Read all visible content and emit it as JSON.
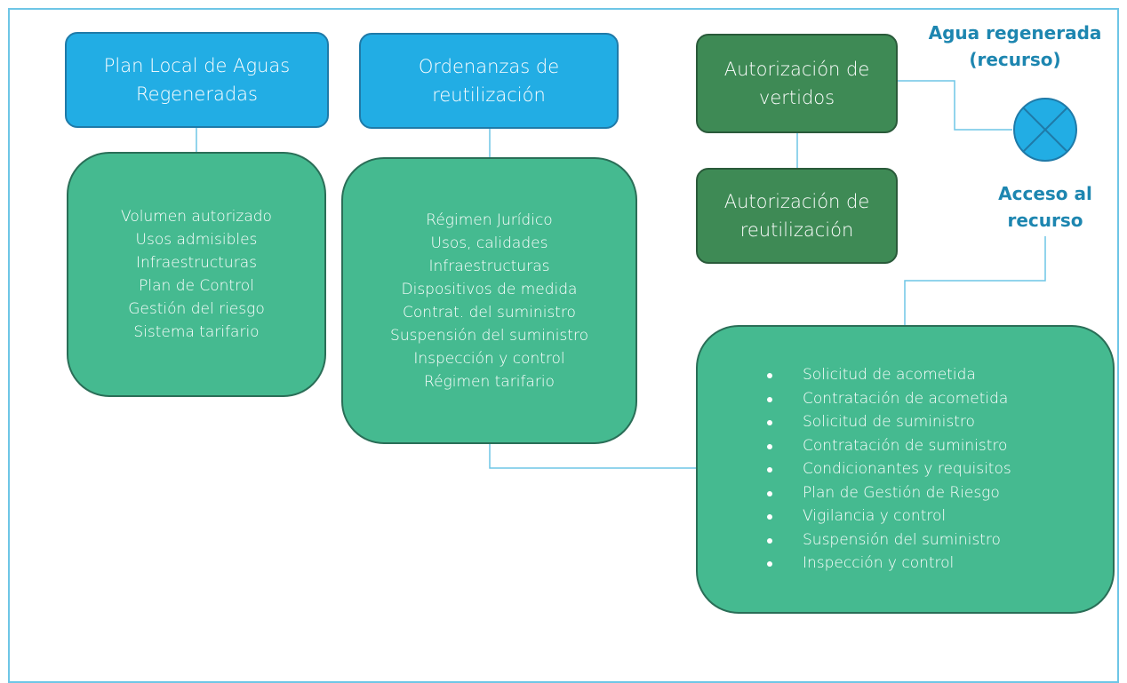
{
  "nodes": {
    "plan_local": {
      "lines": [
        "Plan Local de Aguas",
        "Regeneradas"
      ]
    },
    "ordenanzas": {
      "lines": [
        "Ordenanzas de",
        "reutilización"
      ]
    },
    "aut_vertidos": {
      "lines": [
        "Autorización de",
        "vertidos"
      ]
    },
    "aut_reutilizacion": {
      "lines": [
        "Autorización de",
        "reutilización"
      ]
    },
    "plan_contents": {
      "items": [
        "Volumen autorizado",
        "Usos admisibles",
        "Infraestructuras",
        "Plan de Control",
        "Gestión del riesgo",
        "Sistema tarifario"
      ]
    },
    "ordenanzas_contents": {
      "items": [
        "Régimen Jurídico",
        "Usos, calidades",
        "Infraestructuras",
        "Dispositivos de medida",
        "Contrat. del suministro",
        "Suspensión del suministro",
        "Inspección y control",
        "Régimen tarifario"
      ]
    },
    "acceso_contents": {
      "items": [
        "Solicitud de acometida",
        "Contratación de acometida",
        "Solicitud de suministro",
        "Contratación de suministro",
        "Condicionantes y requisitos",
        "Plan de Gestión de Riesgo",
        "Vigilancia y control",
        "Suspensión del suministro",
        "Inspección y control"
      ]
    }
  },
  "labels": {
    "agua_regenerada": [
      "Agua regenerada",
      "(recurso)"
    ],
    "acceso_recurso": [
      "Acceso al",
      "recurso"
    ]
  },
  "colors": {
    "blue_box": "#22ade4",
    "dark_green_box": "#3e8a55",
    "green_box": "#45ba90",
    "connector": "#6ec6e6",
    "label_text": "#1d86b0"
  }
}
